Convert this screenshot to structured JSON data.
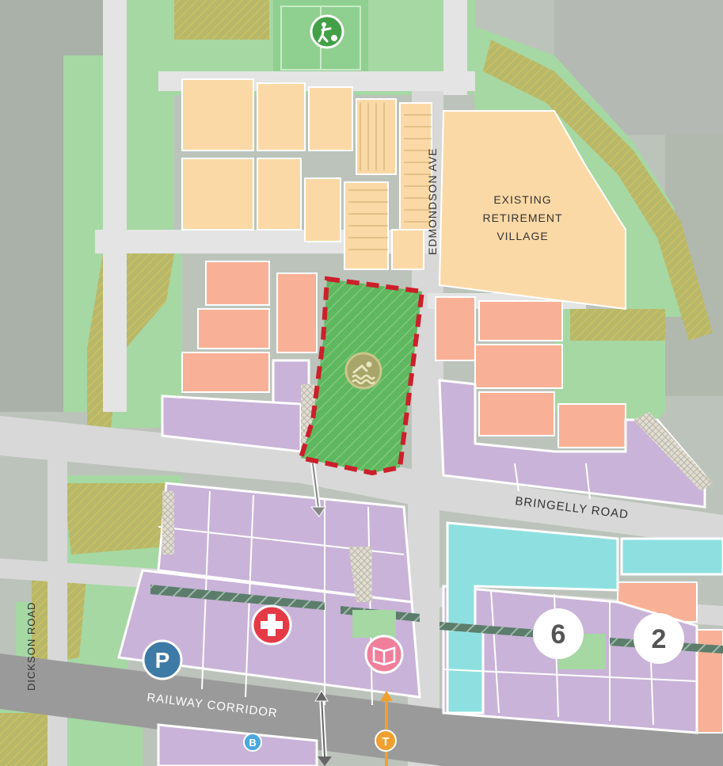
{
  "labels": {
    "existing_retirement_village": [
      "EXISTING",
      "RETIREMENT",
      "VILLAGE"
    ],
    "edmondson_ave": "EDMONDSON AVE",
    "bringelly_road": "BRINGELLY ROAD",
    "dickson_road": "DICKSON ROAD",
    "railway_corridor": "RAILWAY CORRIDOR"
  },
  "markers": {
    "num_6": "6",
    "num_2": "2",
    "bus": "B",
    "train": "T",
    "parking": "P"
  },
  "colors": {
    "residential": "#fbd9a6",
    "medium_density": "#f8b196",
    "mixed_use": "#c9b3d8",
    "commercial": "#8ee0e0",
    "open_space": "#a6d8a3",
    "riparian": "#c6c27a",
    "road": "#d8d8d8",
    "railway": "#9a9a9a",
    "highlight_border": "#cc1f2b",
    "highlight_fill": "#5fb85f"
  },
  "icons": [
    "soccer-icon",
    "swimming-icon",
    "hospital-icon",
    "library-icon",
    "parking-icon",
    "bus-icon",
    "train-icon"
  ]
}
